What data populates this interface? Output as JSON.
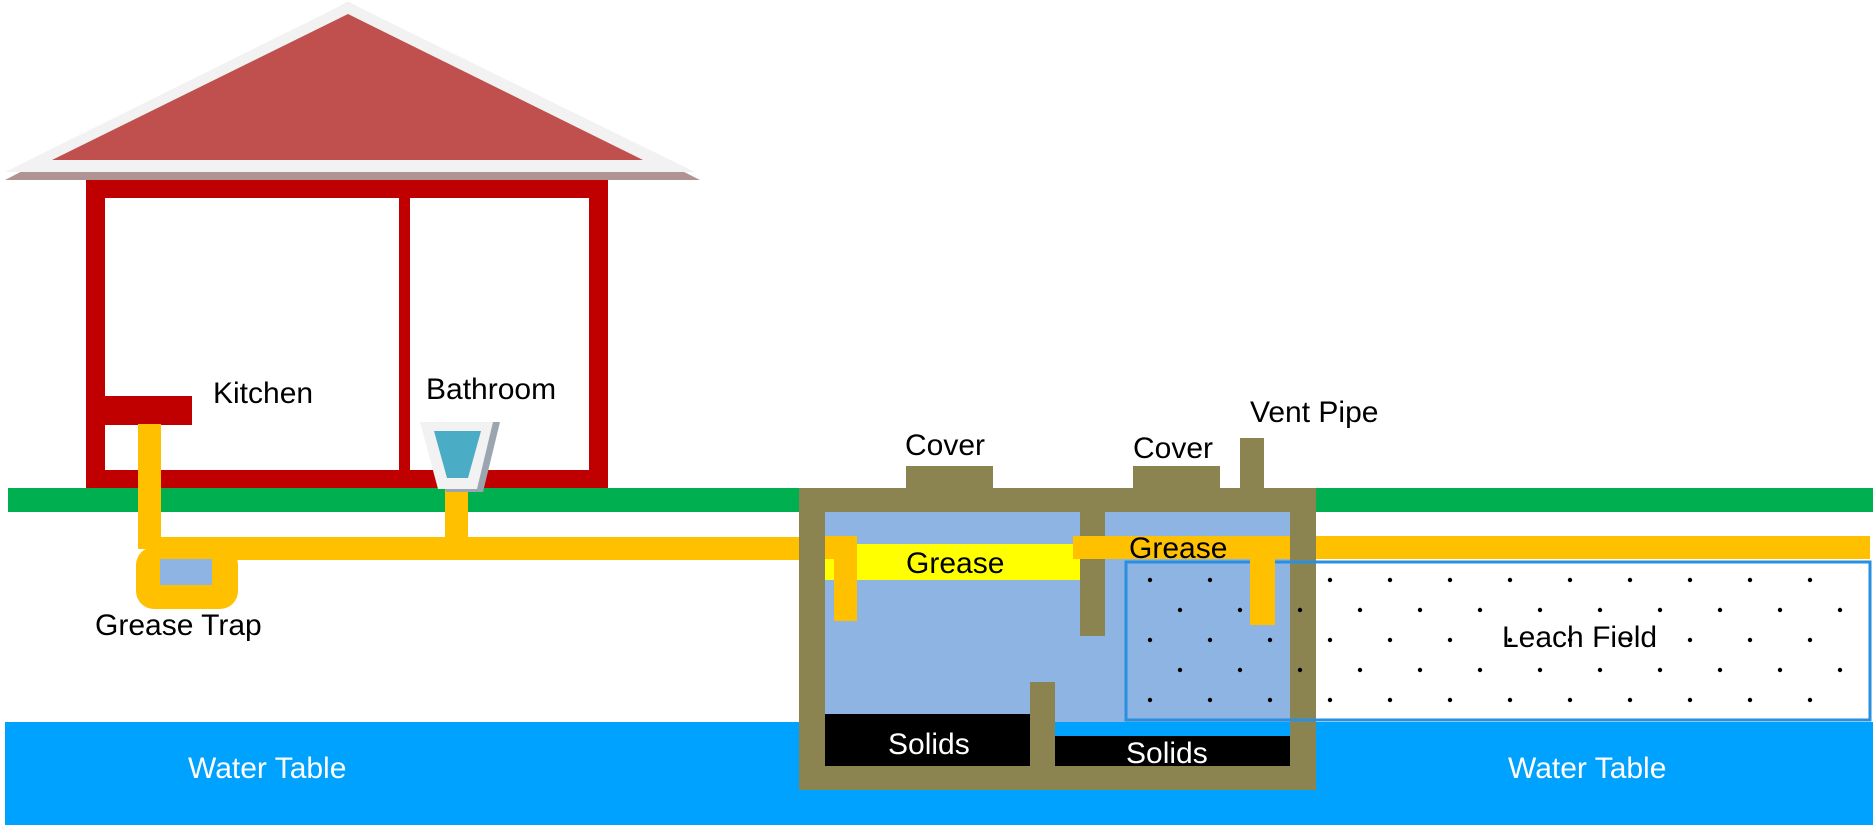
{
  "labels": {
    "kitchen": "Kitchen",
    "bathroom": "Bathroom",
    "grease_trap": "Grease Trap",
    "water_table_left": "Water Table",
    "water_table_right": "Water Table",
    "cover_left": "Cover",
    "cover_right": "Cover",
    "vent_pipe": "Vent Pipe",
    "grease_left": "Grease",
    "grease_right": "Grease",
    "solids_left": "Solids",
    "solids_right": "Solids",
    "leach_field": "Leach Field"
  },
  "colors": {
    "roof": "#c0504d",
    "roof_rim": "#f2f2f2",
    "roof_shadow": "#b09494",
    "house_frame": "#c00000",
    "ground": "#00b050",
    "water_table": "#00a2ff",
    "pipe": "#ffc000",
    "tank": "#8c8450",
    "effluent": "#8eb4e3",
    "grease_layer": "#ffff00",
    "solids": "#000000",
    "leach_field_border": "#2a8fe0",
    "toilet_body": "#f2f2f2",
    "toilet_water": "#4bacc6",
    "toilet_shadow": "#9aa5b0"
  }
}
